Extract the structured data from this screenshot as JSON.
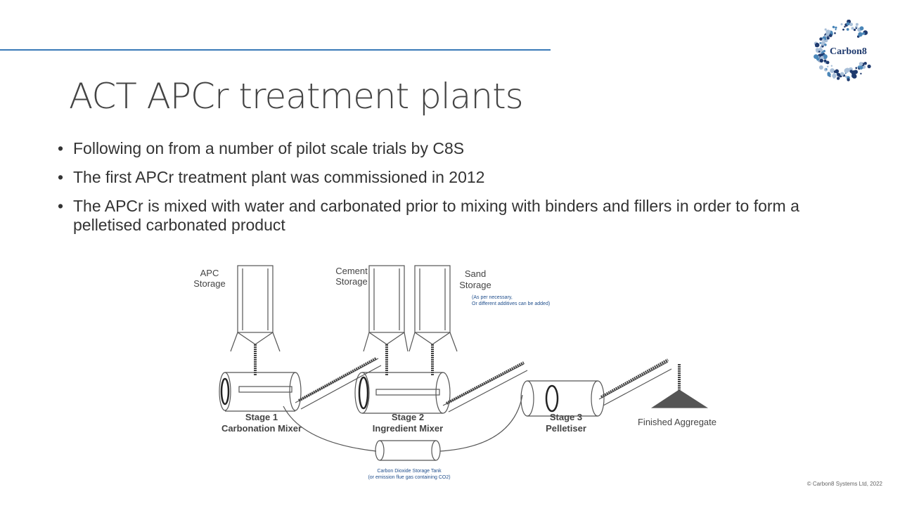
{
  "title": "ACT APCr treatment plants",
  "bullets": [
    "Following on from a number of pilot scale trials by C8S",
    "The first APCr treatment plant was commissioned in 2012",
    "The APCr is mixed with water and carbonated prior to mixing with binders and fillers in order to form a pelletised carbonated product"
  ],
  "logo": {
    "text": "Carbon8"
  },
  "diagram": {
    "apc": [
      "APC",
      "Storage"
    ],
    "cement": [
      "Cement",
      "Storage"
    ],
    "sand": [
      "Sand",
      "Storage"
    ],
    "note": [
      "(As per necessary,",
      "Or different additives can be added)"
    ],
    "stage1": [
      "Stage 1",
      "Carbonation Mixer"
    ],
    "stage2": [
      "Stage 2",
      "Ingredient Mixer"
    ],
    "stage3": [
      "Stage 3",
      "Pelletiser"
    ],
    "finished": "Finished Aggregate",
    "tank": [
      "Carbon Dioxide Storage Tank",
      "(or emission flue gas containing CO2)"
    ]
  },
  "copyright": "© Carbon8 Systems Ltd, 2022",
  "colors": {
    "rule": "#3a7ab8",
    "logo_dark": "#1f3a6e",
    "logo_mid": "#4a86b8",
    "logo_light": "#a9bfd8"
  }
}
